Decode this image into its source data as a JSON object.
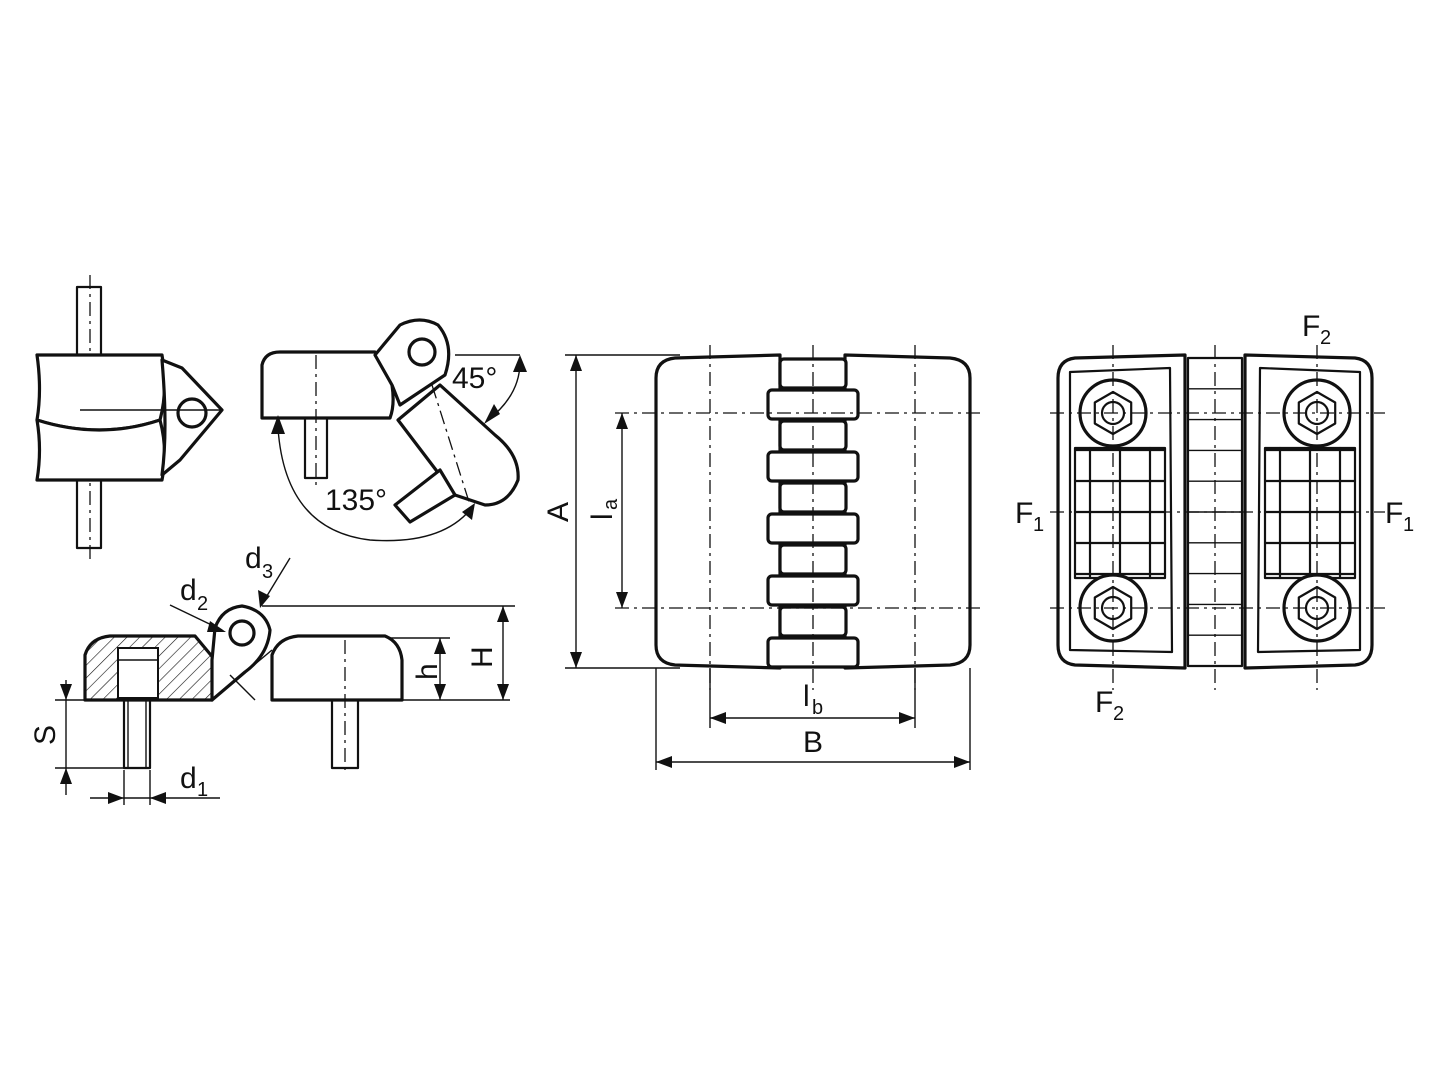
{
  "labels": {
    "angle_45": "45°",
    "angle_135": "135°",
    "d": "d",
    "d1_sub": "1",
    "d2_sub": "2",
    "d3_sub": "3",
    "S": "S",
    "h": "h",
    "H": "H",
    "A": "A",
    "l": "l",
    "la_sub": "a",
    "lb_sub": "b",
    "B": "B",
    "F": "F",
    "F1_sub": "1",
    "F2_sub": "2"
  }
}
